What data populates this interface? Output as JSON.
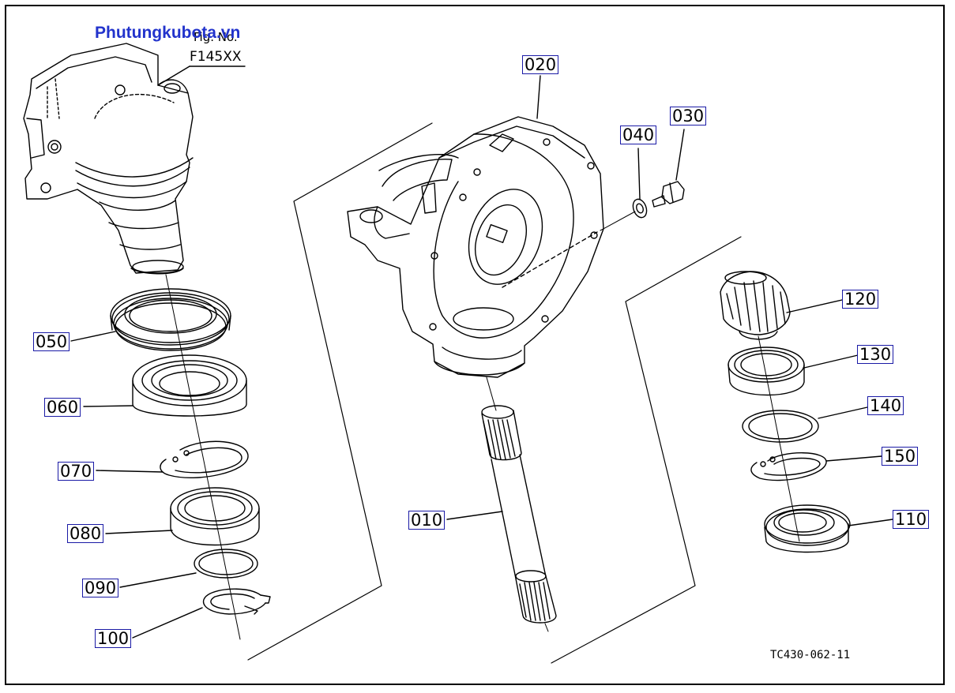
{
  "watermark": "Phutungkubota.vn",
  "figure_ref": {
    "word": "Fig. No.",
    "code": "F145XX"
  },
  "diagram_code": "TC430-062-11",
  "parts": {
    "p010": "010",
    "p020": "020",
    "p030": "030",
    "p040": "040",
    "p050": "050",
    "p060": "060",
    "p070": "070",
    "p080": "080",
    "p090": "090",
    "p100": "100",
    "p110": "110",
    "p120": "120",
    "p130": "130",
    "p140": "140",
    "p150": "150"
  }
}
